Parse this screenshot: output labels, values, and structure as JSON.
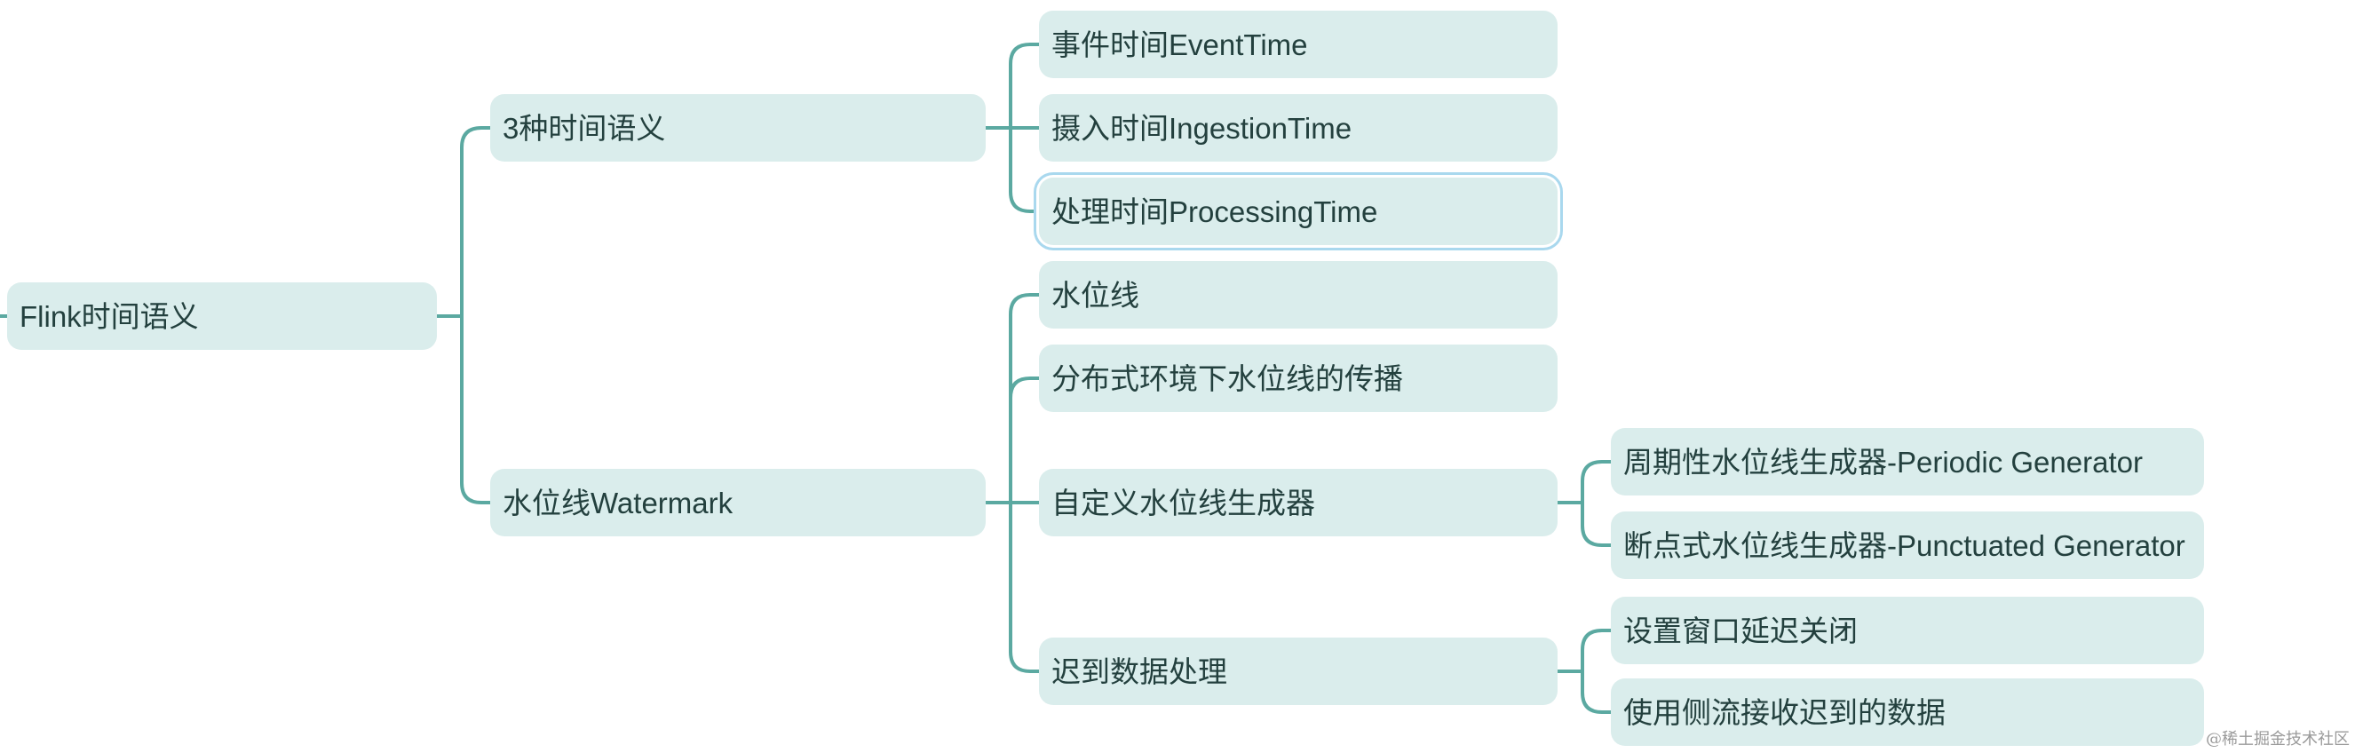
{
  "mindmap": {
    "root": "Flink时间语义",
    "branch_time": "3种时间语义",
    "time_event": "事件时间EventTime",
    "time_ingestion": "摄入时间IngestionTime",
    "time_processing": "处理时间ProcessingTime",
    "branch_watermark": "水位线Watermark",
    "wm_basic": "水位线",
    "wm_propagation": "分布式环境下水位线的传播",
    "wm_custom": "自定义水位线生成器",
    "wm_custom_periodic": "周期性水位线生成器-Periodic Generator",
    "wm_custom_punctuated": "断点式水位线生成器-Punctuated Generator",
    "wm_late": "迟到数据处理",
    "wm_late_window": "设置窗口延迟关闭",
    "wm_late_side": "使用侧流接收迟到的数据"
  },
  "watermark": "@稀土掘金技术社区",
  "colors": {
    "connector": "#5ba9a1",
    "node_fill": "#daedec",
    "node_text": "#23403e",
    "selection_outline": "#a9d8ee"
  }
}
